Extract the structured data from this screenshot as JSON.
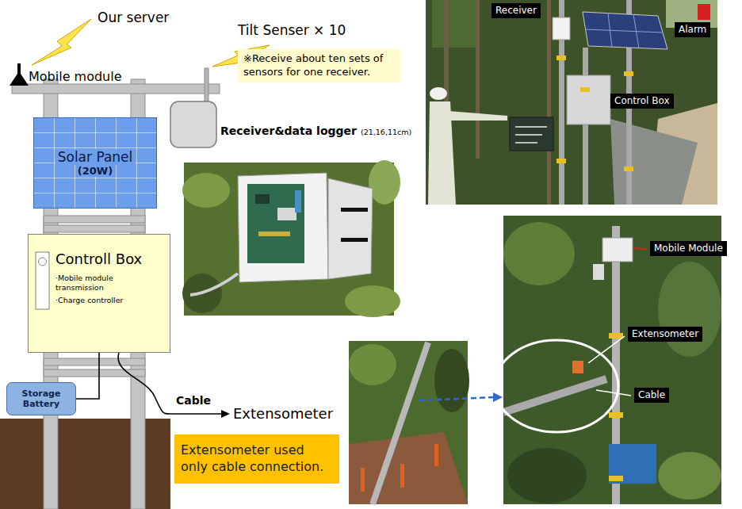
{
  "diagram": {
    "nodes": [
      {
        "text": [
          "Receiver"
        ]
      },
      {
        "text": [
          "Alarm"
        ]
      },
      {
        "text": [
          "※Receive about ten sets of sensors for one receiver."
        ]
      },
      {
        "text": [
          "Control Box"
        ]
      },
      {
        "text": [
          "Solar Panel",
          "(20W)"
        ]
      },
      {
        "text": [
          "Mobile Module"
        ]
      },
      {
        "text": [
          "Controll Box",
          "·Mobile module transmission",
          "·Charge controller"
        ]
      },
      {
        "text": [
          "Extensometer"
        ]
      },
      {
        "text": [
          "Storage Battery"
        ]
      },
      {
        "text": [
          "Cable"
        ]
      },
      {
        "text": [
          "Extensometer used only cable connection."
        ]
      }
    ],
    "edges": [
      {
        "from": 6,
        "to": 8,
        "arrow": "none"
      }
    ],
    "labels": [
      "Our server",
      "Mobile module",
      "Tilt Senser × 10",
      "Receiver&data logger",
      "(21,16,11cm)",
      "Cable",
      "Extensometer"
    ]
  }
}
